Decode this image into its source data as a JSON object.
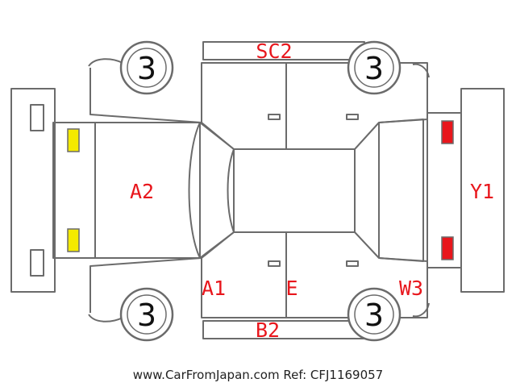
{
  "diagram": {
    "title": "",
    "tire_depth": [
      "3",
      "3",
      "3",
      "3"
    ],
    "damage_codes": {
      "roof_right": "SC2",
      "roof_left": "B2",
      "hood": "A2",
      "front_left_pillar": "A1",
      "left_door": "E",
      "rear_left": "W3",
      "rear_bumper": "Y1"
    },
    "lamp_colors": {
      "front": "#f4ea00",
      "rear": "#e8161c"
    }
  },
  "footer": {
    "watermark": "www.CarFromJapan.com Ref: CFJ1169057"
  }
}
